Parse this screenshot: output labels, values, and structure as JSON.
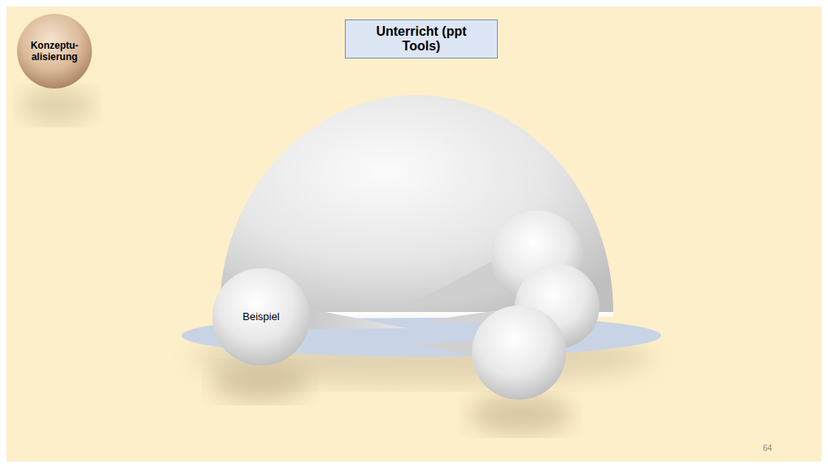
{
  "diagram": {
    "title": "Unterricht (ppt Tools)",
    "nodes": [
      {
        "text": [
          "Konzeptu- alisierung"
        ]
      },
      {
        "text": [
          "Beispiel"
        ]
      }
    ],
    "labels": [
      "64"
    ]
  }
}
